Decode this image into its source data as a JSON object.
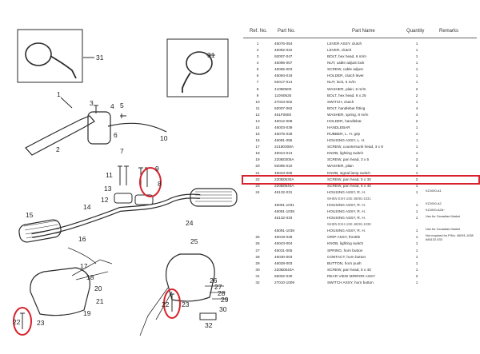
{
  "diagram": {
    "callouts": [
      "31",
      "31",
      "1",
      "2",
      "4",
      "3",
      "5",
      "6",
      "7",
      "11",
      "13",
      "12",
      "10",
      "9",
      "8",
      "14",
      "16",
      "15",
      "17",
      "18",
      "20",
      "21",
      "19",
      "22",
      "23",
      "24",
      "25",
      "26",
      "27",
      "28",
      "29",
      "30",
      "32",
      "22",
      "23"
    ],
    "highlight_color": "#d6232d"
  },
  "table": {
    "headers": {
      "ref": "Ref. No.",
      "part": "Part No.",
      "name": "Part Name",
      "qty": "Quantity",
      "remarks": "Remarks"
    },
    "rows": [
      {
        "ref": "1",
        "part": "46076-054",
        "name": "LEVER ASSY, clutch",
        "qty": "1",
        "remarks": ""
      },
      {
        "ref": "2",
        "part": "46092-022",
        "name": "LEVER, clutch",
        "qty": "1",
        "remarks": ""
      },
      {
        "ref": "3",
        "part": "92007-047",
        "name": "BOLT, hex head, 6 m/m",
        "qty": "1",
        "remarks": ""
      },
      {
        "ref": "4",
        "part": "46096-007",
        "name": "NUT, cable adjust lock",
        "qty": "1",
        "remarks": ""
      },
      {
        "ref": "5",
        "part": "46065-003",
        "name": "SCREW, cable adjust",
        "qty": "1",
        "remarks": ""
      },
      {
        "ref": "6",
        "part": "46094-019",
        "name": "HOLDER, clutch lever",
        "qty": "1",
        "remarks": ""
      },
      {
        "ref": "7",
        "part": "92017-014",
        "name": "NUT, lock, 6 m/m",
        "qty": "1",
        "remarks": ""
      },
      {
        "ref": "8",
        "part": "410B0600",
        "name": "WASHER, plain, 6 m/m",
        "qty": "2",
        "remarks": ""
      },
      {
        "ref": "9",
        "part": "110N0625",
        "name": "BOLT, hex head, 6 x 25",
        "qty": "2",
        "remarks": ""
      },
      {
        "ref": "10",
        "part": "27043-002",
        "name": "SWITCH, clutch",
        "qty": "1",
        "remarks": ""
      },
      {
        "ref": "11",
        "part": "92007-062",
        "name": "BOLT, handlebar fitting",
        "qty": "4",
        "remarks": ""
      },
      {
        "ref": "12",
        "part": "461F0800",
        "name": "WASHER, spring, 8 m/m",
        "qty": "4",
        "remarks": ""
      },
      {
        "ref": "13",
        "part": "46012-008",
        "name": "HOLDER, handlebar",
        "qty": "2",
        "remarks": ""
      },
      {
        "ref": "14",
        "part": "46003-039",
        "name": "HANDLEBAR",
        "qty": "1",
        "remarks": ""
      },
      {
        "ref": "15",
        "part": "46075-028",
        "name": "RUBBER, L. H. grip",
        "qty": "1",
        "remarks": ""
      },
      {
        "ref": "16",
        "part": "46091-055",
        "name": "HOUSING ASSY, L. H.",
        "qty": "1",
        "remarks": ""
      },
      {
        "ref": "17",
        "part": "22180308A",
        "name": "SCREW, countersunk head, 3 x 8",
        "qty": "1",
        "remarks": ""
      },
      {
        "ref": "18",
        "part": "46044-013",
        "name": "KNOB, lighting switch",
        "qty": "1",
        "remarks": ""
      },
      {
        "ref": "19",
        "part": "220B0305A",
        "name": "SCREW, pan head, 3 x 5",
        "qty": "2",
        "remarks": ""
      },
      {
        "ref": "20",
        "part": "92095-010",
        "name": "WASHER, plain",
        "qty": "3",
        "remarks": ""
      },
      {
        "ref": "21",
        "part": "46043-005",
        "name": "KNOB, signal lamp switch",
        "qty": "1",
        "remarks": ""
      },
      {
        "ref": "22",
        "part": "220B0530A",
        "name": "SCREW, pan head, 5 x 30",
        "qty": "2",
        "remarks": "",
        "highlight": true
      },
      {
        "ref": "23",
        "part": "220B0540A",
        "name": "SCREW, pan head, 5 x 40",
        "qty": "1",
        "remarks": ""
      },
      {
        "ref": "24",
        "part": "46132-031",
        "name": "HOUSING ASSY, R. H.",
        "qty": "1",
        "remarks": "KZ1000-A1"
      },
      {
        "ref": "",
        "part": "",
        "name": "WHEN EXH USE 46091-1031",
        "qty": "",
        "remarks": "",
        "sub": true
      },
      {
        "ref": "",
        "part": "46091-1031",
        "name": "HOUSING ASSY, R. H.",
        "qty": "1",
        "remarks": "KZ1000-A2"
      },
      {
        "ref": "",
        "part": "46091-1038",
        "name": "HOUSING ASSY, R. H.",
        "qty": "1",
        "remarks": "KZ1000-A2A~"
      },
      {
        "ref": "",
        "part": "46132-033",
        "name": "HOUSING ASSY, R. H.",
        "qty": "1",
        "remarks": "Use for Canadian Market"
      },
      {
        "ref": "",
        "part": "",
        "name": "WHEN EXH USE 46091-1038",
        "qty": "",
        "remarks": "",
        "sub": true
      },
      {
        "ref": "",
        "part": "46091-1038",
        "name": "HOUSING ASSY, R. H.",
        "qty": "1",
        "remarks": "Use for Canadian Market"
      },
      {
        "ref": "25",
        "part": "46019-028",
        "name": "GRIP ASSY, throttle",
        "qty": "1",
        "remarks": "Not required for P/No. 46091-1038 846132-033"
      },
      {
        "ref": "26",
        "part": "46043-004",
        "name": "KNOB, lighting switch",
        "qty": "1",
        "remarks": ""
      },
      {
        "ref": "27",
        "part": "46031-005",
        "name": "SPRING, horn button",
        "qty": "1",
        "remarks": ""
      },
      {
        "ref": "28",
        "part": "46030-003",
        "name": "CONTACT, horn button",
        "qty": "1",
        "remarks": ""
      },
      {
        "ref": "29",
        "part": "46028-003",
        "name": "BUTTON, horn push",
        "qty": "1",
        "remarks": ""
      },
      {
        "ref": "30",
        "part": "220B0540A",
        "name": "SCREW, pan head, 5 x 40",
        "qty": "1",
        "remarks": ""
      },
      {
        "ref": "31",
        "part": "56002-030",
        "name": "REAR VIEW MIRROR ASSY",
        "qty": "2",
        "remarks": ""
      },
      {
        "ref": "32",
        "part": "27010-1009",
        "name": "SWITCH ASSY, horn button",
        "qty": "1",
        "remarks": ""
      }
    ]
  }
}
